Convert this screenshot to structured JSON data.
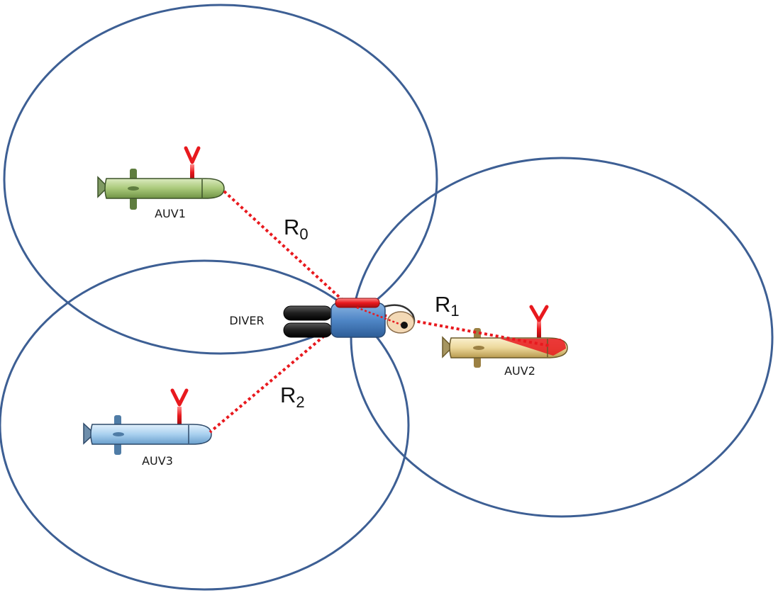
{
  "diagram": {
    "colors": {
      "circle": "#3d5f94",
      "range_line": "#e8191e",
      "antenna": "#e8191e",
      "auv1_body": "#a9c97a",
      "auv2_body": "#ecd79a",
      "auv3_body": "#a9d0ef",
      "diver_body": "#4f86c6",
      "diver_tanks": "#1e1e1e",
      "diver_pad": "#e8191e"
    },
    "vehicles": {
      "auv1": {
        "label": "AUV1"
      },
      "auv2": {
        "label": "AUV2"
      },
      "auv3": {
        "label": "AUV3"
      }
    },
    "diver": {
      "label": "DIVER"
    },
    "ranges": [
      {
        "letter": "R",
        "index": "0"
      },
      {
        "letter": "R",
        "index": "1"
      },
      {
        "letter": "R",
        "index": "2"
      }
    ]
  }
}
